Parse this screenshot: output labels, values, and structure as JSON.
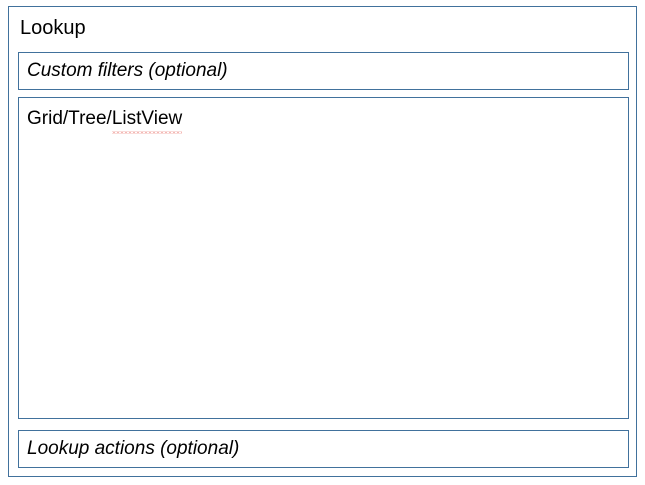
{
  "panel": {
    "title": "Lookup",
    "border_color": "#41719c",
    "background_color": "#ffffff",
    "text_color": "#000000"
  },
  "regions": {
    "filters": {
      "label": "Custom filters (optional)",
      "style": "italic"
    },
    "grid": {
      "label_prefix": "Grid/Tree/",
      "label_misspelled": "ListView",
      "full_label": "Grid/Tree/ListView",
      "style": "normal",
      "spellcheck_underline_color": "#e8736b"
    },
    "actions": {
      "label": "Lookup actions (optional)",
      "style": "italic"
    }
  }
}
